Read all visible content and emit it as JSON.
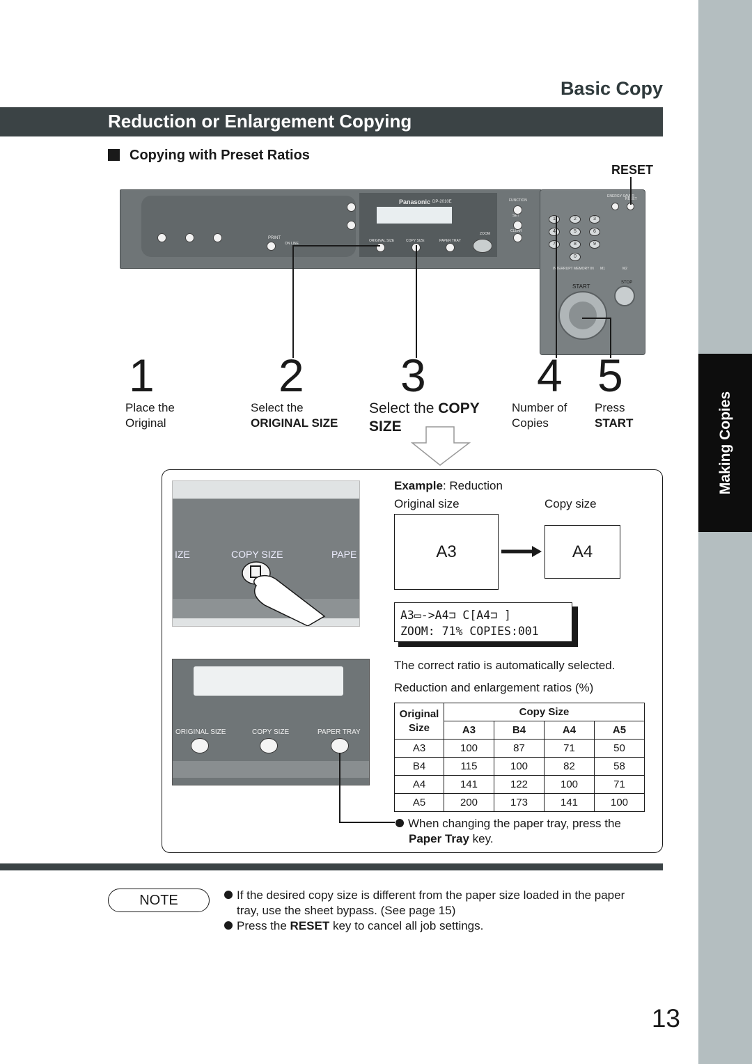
{
  "header": {
    "section": "Basic Copy",
    "title": "Reduction or Enlargement Copying",
    "subtitle": "Copying with Preset Ratios",
    "reset_label": "RESET"
  },
  "sidebar": {
    "tab_label": "Making Copies"
  },
  "panel": {
    "brand": "Panasonic",
    "model": "DP-2010E",
    "labels": {
      "original_size": "ORIGINAL SIZE",
      "copy_size": "COPY SIZE",
      "paper_tray": "PAPER TRAY",
      "zoom": "ZOOM",
      "function": "FUNCTION",
      "set": "SET",
      "clear": "CLEAR",
      "print": "PRINT",
      "on_line": "ON LINE",
      "start": "START",
      "stop": "STOP",
      "energy_saver": "ENERGY SAVER",
      "reset": "RESET",
      "interrupt": "INTERRUPT",
      "memory_in": "MEMORY IN",
      "m1": "M1",
      "m2": "M2"
    },
    "keys": [
      "1",
      "2",
      "3",
      "4",
      "5",
      "6",
      "7",
      "8",
      "9",
      "0"
    ]
  },
  "steps": [
    {
      "num": "1",
      "line1": "Place the",
      "line2": "Original"
    },
    {
      "num": "2",
      "line1": "Select the",
      "line2": "ORIGINAL SIZE"
    },
    {
      "num": "3",
      "line1": "Select the",
      "line1b": "COPY",
      "line2": "SIZE"
    },
    {
      "num": "4",
      "line1": "Number of",
      "line2": "Copies"
    },
    {
      "num": "5",
      "line1": "Press",
      "line2": "START"
    }
  ],
  "example": {
    "heading_bold": "Example",
    "heading_rest": ": Reduction",
    "original_size_label": "Original size",
    "copy_size_label": "Copy size",
    "original": "A3",
    "copy": "A4",
    "photo1_labels": {
      "left": "IZE",
      "center": "COPY SIZE",
      "right": "PAPE"
    },
    "photo2_labels": {
      "original_size": "ORIGINAL SIZE",
      "copy_size": "COPY SIZE",
      "paper_tray": "PAPER TRAY"
    },
    "lcd_line1": "A3▭->A4⊐ C[A4⊐ ]",
    "lcd_line2": "ZOOM: 71% COPIES:001",
    "auto_note": "The correct ratio is automatically selected.",
    "ratios_caption": "Reduction and enlargement ratios (%)",
    "table": {
      "corner_line1": "Original",
      "corner_line2": "Size",
      "group_header": "Copy Size",
      "columns": [
        "A3",
        "B4",
        "A4",
        "A5"
      ],
      "rows": [
        {
          "size": "A3",
          "values": [
            "100",
            "87",
            "71",
            "50"
          ]
        },
        {
          "size": "B4",
          "values": [
            "115",
            "100",
            "82",
            "58"
          ]
        },
        {
          "size": "A4",
          "values": [
            "141",
            "122",
            "100",
            "71"
          ]
        },
        {
          "size": "A5",
          "values": [
            "200",
            "173",
            "141",
            "100"
          ]
        }
      ]
    },
    "tray_note_line1": "When changing the paper tray, press the",
    "tray_note_bold": "Paper Tray",
    "tray_note_end": " key."
  },
  "note": {
    "label": "NOTE",
    "item1_line1": "If the desired copy size is different from the paper size loaded in the paper",
    "item1_line2": "tray, use the sheet bypass. (See page 15)",
    "item2_pre": "Press the ",
    "item2_bold": "RESET",
    "item2_post": " key to cancel all job settings."
  },
  "page_number": "13"
}
